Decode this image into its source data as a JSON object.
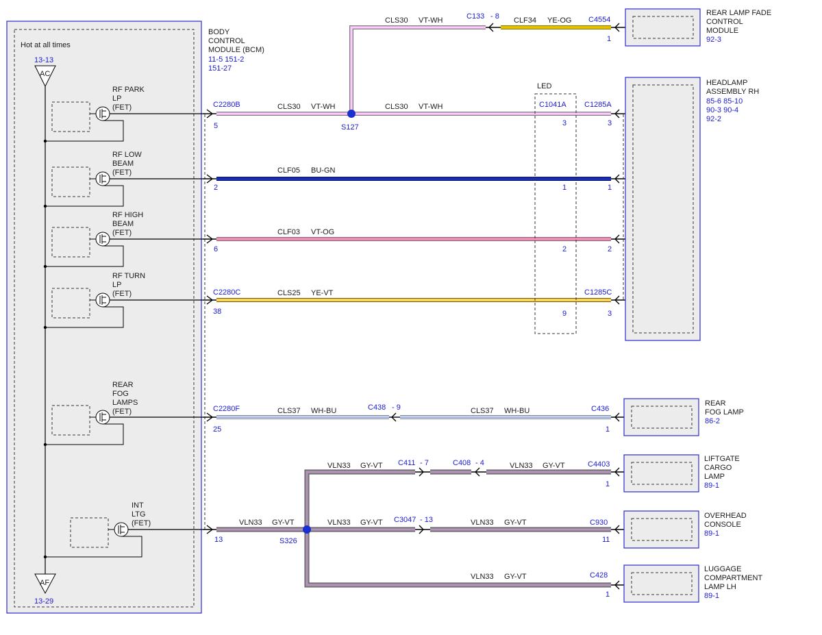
{
  "bcm": {
    "hot_label": "Hot at all times",
    "ac_ref": "13-13",
    "ac_label": "AC",
    "af_ref": "13-29",
    "af_label": "AF",
    "title": [
      "BODY",
      "CONTROL",
      "MODULE (BCM)"
    ],
    "refs": [
      "11-5    151-2",
      "151-27"
    ],
    "fets": [
      {
        "lines": [
          "RF PARK",
          "LP",
          "(FET)"
        ]
      },
      {
        "lines": [
          "RF LOW",
          "BEAM",
          "(FET)"
        ]
      },
      {
        "lines": [
          "RF HIGH",
          "BEAM",
          "(FET)"
        ]
      },
      {
        "lines": [
          "RF TURN",
          "LP",
          "(FET)"
        ]
      },
      {
        "lines": [
          "REAR",
          "FOG",
          "LAMPS",
          "(FET)"
        ]
      },
      {
        "lines": [
          "INT",
          "LTG",
          "(FET)"
        ]
      }
    ]
  },
  "components": {
    "fade": {
      "title": [
        "REAR LAMP FADE",
        "CONTROL",
        "MODULE"
      ],
      "ref": "92-3"
    },
    "headlamp": {
      "title": [
        "HEADLAMP",
        "ASSEMBLY RH"
      ],
      "refs": [
        "85-6    85-10",
        "90-3    90-4",
        "92-2"
      ]
    },
    "rearfog": {
      "title": [
        "REAR",
        "FOG LAMP"
      ],
      "ref": "86-2"
    },
    "liftgate": {
      "title": [
        "LIFTGATE",
        "CARGO",
        "LAMP"
      ],
      "ref": "89-1"
    },
    "overhead": {
      "title": [
        "OVERHEAD",
        "CONSOLE"
      ],
      "ref": "89-1"
    },
    "luggage": {
      "title": [
        "LUGGAGE",
        "COMPARTMENT",
        "LAMP LH"
      ],
      "ref": "89-1"
    }
  },
  "led_label": "LED",
  "connectors": {
    "c2280b": "C2280B",
    "c2280c": "C2280C",
    "c2280f": "C2280F",
    "c133": "C133",
    "c133_pin": "- 8",
    "c4554": "C4554",
    "c4554_pin": "1",
    "c1041a": "C1041A",
    "c1285a": "C1285A",
    "c1285c": "C1285C",
    "c438": "C438",
    "c438_pin": "- 9",
    "c436": "C436",
    "c436_pin": "1",
    "c411": "C411",
    "c411_pin": "- 7",
    "c408": "C408",
    "c408_pin": "- 4",
    "c4403": "C4403",
    "c4403_pin": "1",
    "c3047": "C3047",
    "c3047_pin": "- 13",
    "c930": "C930",
    "c930_pin": "11",
    "c428": "C428",
    "c428_pin": "1"
  },
  "splices": {
    "s127": "S127",
    "s326": "S326"
  },
  "pins": {
    "park_bcm": "5",
    "park_led": "3",
    "park_hl": "3",
    "low_bcm": "2",
    "low_led": "1",
    "low_hl": "1",
    "high_bcm": "6",
    "high_led": "2",
    "high_hl": "2",
    "turn_bcm": "38",
    "turn_led": "9",
    "turn_hl": "3",
    "fog_bcm": "25",
    "int_bcm": "13"
  },
  "wires": {
    "cls30_top": {
      "circuit": "CLS30",
      "color": "VT-WH"
    },
    "clf34": {
      "circuit": "CLF34",
      "color": "YE-OG"
    },
    "cls30_a": {
      "circuit": "CLS30",
      "color": "VT-WH"
    },
    "cls30_b": {
      "circuit": "CLS30",
      "color": "VT-WH"
    },
    "clf05": {
      "circuit": "CLF05",
      "color": "BU-GN"
    },
    "clf03": {
      "circuit": "CLF03",
      "color": "VT-OG"
    },
    "cls25": {
      "circuit": "CLS25",
      "color": "YE-VT"
    },
    "cls37_a": {
      "circuit": "CLS37",
      "color": "WH-BU"
    },
    "cls37_b": {
      "circuit": "CLS37",
      "color": "WH-BU"
    },
    "vln_lift_a": {
      "circuit": "VLN33",
      "color": "GY-VT"
    },
    "vln_lift_b": {
      "circuit": "VLN33",
      "color": "GY-VT"
    },
    "vln_bcm": {
      "circuit": "VLN33",
      "color": "GY-VT"
    },
    "vln_oh_a": {
      "circuit": "VLN33",
      "color": "GY-VT"
    },
    "vln_oh_b": {
      "circuit": "VLN33",
      "color": "GY-VT"
    },
    "vln_lug": {
      "circuit": "VLN33",
      "color": "GY-VT"
    }
  },
  "wire_colors": {
    "violet_white": "#e8a8e8",
    "blue_green": "#1a2fb0",
    "violet_orange": "#e890b8",
    "yellow_violet": "#f0c020",
    "yellow_orange": "#e8c000",
    "white_blue": "#c8d4f0",
    "gray_violet": "#9a8aa0"
  }
}
